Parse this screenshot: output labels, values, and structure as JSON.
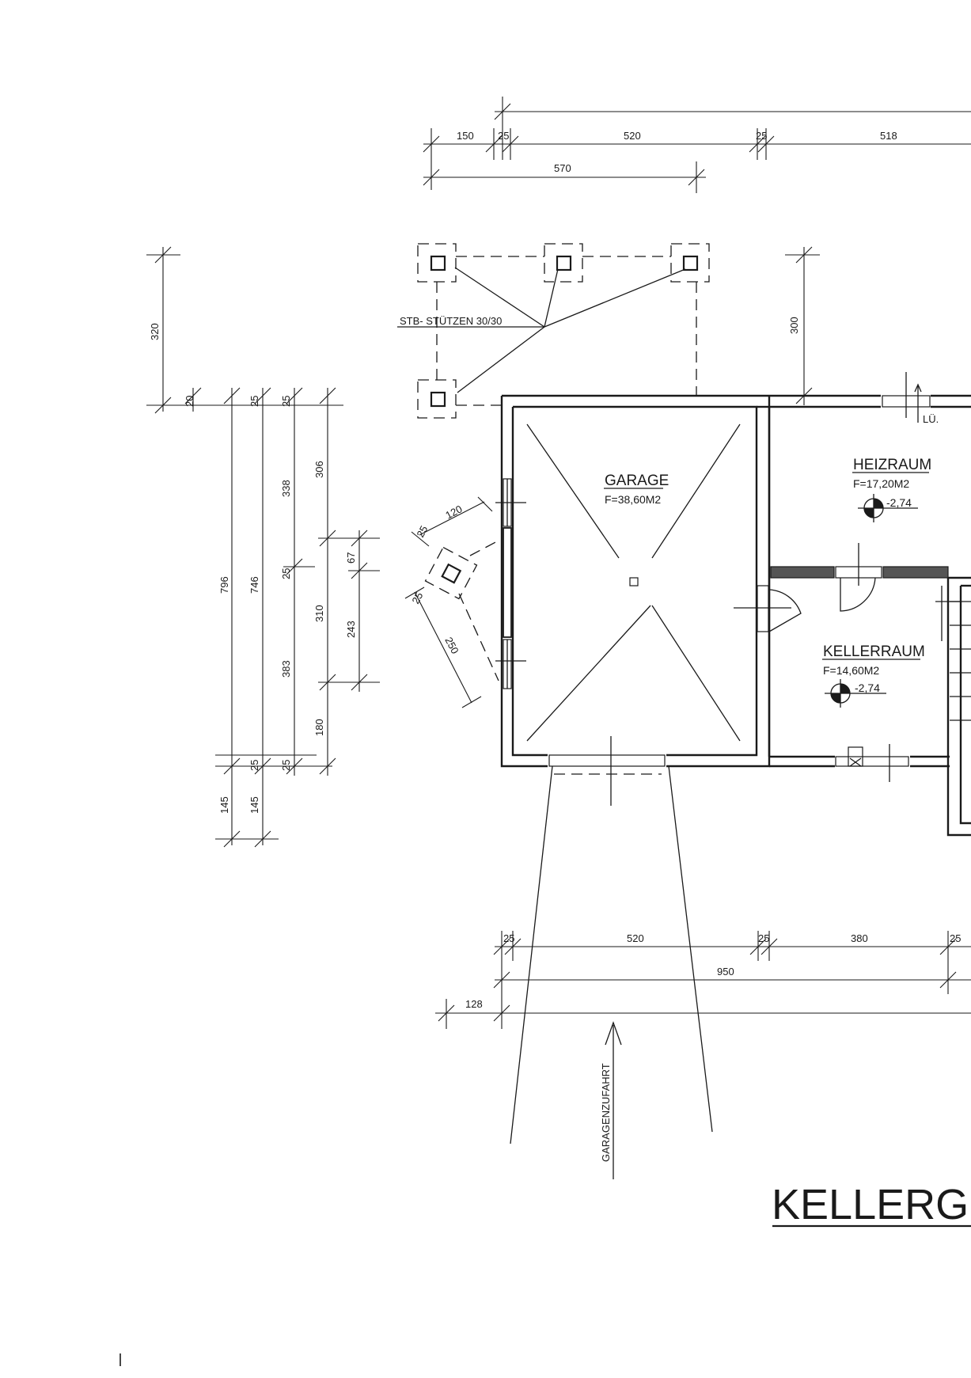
{
  "title": "KELLERGESC",
  "rooms": {
    "garage": {
      "name": "GARAGE",
      "area": "F=38,60M2"
    },
    "heizraum": {
      "name": "HEIZRAUM",
      "area": "F=17,20M2",
      "level": "-2,74"
    },
    "kellerraum": {
      "name": "KELLERRAUM",
      "area": "F=14,60M2",
      "level": "-2,74"
    }
  },
  "labels": {
    "columns": "STB- STÜTZEN 30/30",
    "vent": "LÜ.",
    "driveway": "GARAGENZUFAHRT"
  },
  "dimensions": {
    "top_row1": [
      "150",
      "25",
      "520",
      "25",
      "518"
    ],
    "top_row2": "570",
    "left_320": "320",
    "right_300": "300",
    "left_chain": [
      "20",
      "25",
      "25",
      "306",
      "338",
      "67",
      "796",
      "746",
      "25",
      "310",
      "243",
      "383",
      "180",
      "25",
      "25",
      "145",
      "145"
    ],
    "column_offsets": [
      "120",
      "25",
      "25",
      "250"
    ],
    "bottom_row1": [
      "25",
      "520",
      "25",
      "380",
      "25"
    ],
    "bottom_row2": "950",
    "bottom_row3": "128"
  },
  "colors": {
    "ink": "#1a1a1a",
    "paper": "#ffffff",
    "hatch": "#555555"
  }
}
